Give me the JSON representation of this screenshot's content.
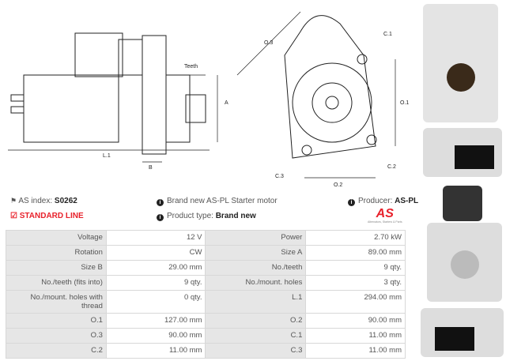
{
  "drawing_labels": {
    "teeth": "Teeth",
    "a": "A",
    "b": "B",
    "l1": "L.1",
    "o1": "O.1",
    "o2": "O.2",
    "o3": "O.3",
    "c1": "C.1",
    "c2": "C.2",
    "c3": "C.3"
  },
  "info": {
    "as_index_label": "AS index:",
    "as_index": "S0262",
    "standard_line": "STANDARD LINE",
    "brand_new": "Brand new AS-PL Starter motor",
    "product_type_label": "Product type:",
    "product_type": "Brand new",
    "producer_label": "Producer:",
    "producer": "AS-PL",
    "logo_text": "AS",
    "logo_tagline": "Alternators, Starters & Parts"
  },
  "colors": {
    "accent": "#e8212b"
  },
  "specs": [
    [
      "Voltage",
      "12 V",
      "Power",
      "2.70 kW"
    ],
    [
      "Rotation",
      "CW",
      "Size A",
      "89.00 mm"
    ],
    [
      "Size B",
      "29.00 mm",
      "No./teeth",
      "9 qty."
    ],
    [
      "No./teeth (fits into)",
      "9 qty.",
      "No./mount. holes",
      "3 qty."
    ],
    [
      "No./mount. holes with thread",
      "0 qty.",
      "L.1",
      "294.00 mm"
    ],
    [
      "O.1",
      "127.00 mm",
      "O.2",
      "90.00 mm"
    ],
    [
      "O.3",
      "90.00 mm",
      "C.1",
      "11.00 mm"
    ],
    [
      "C.2",
      "11.00 mm",
      "C.3",
      "11.00 mm"
    ]
  ]
}
